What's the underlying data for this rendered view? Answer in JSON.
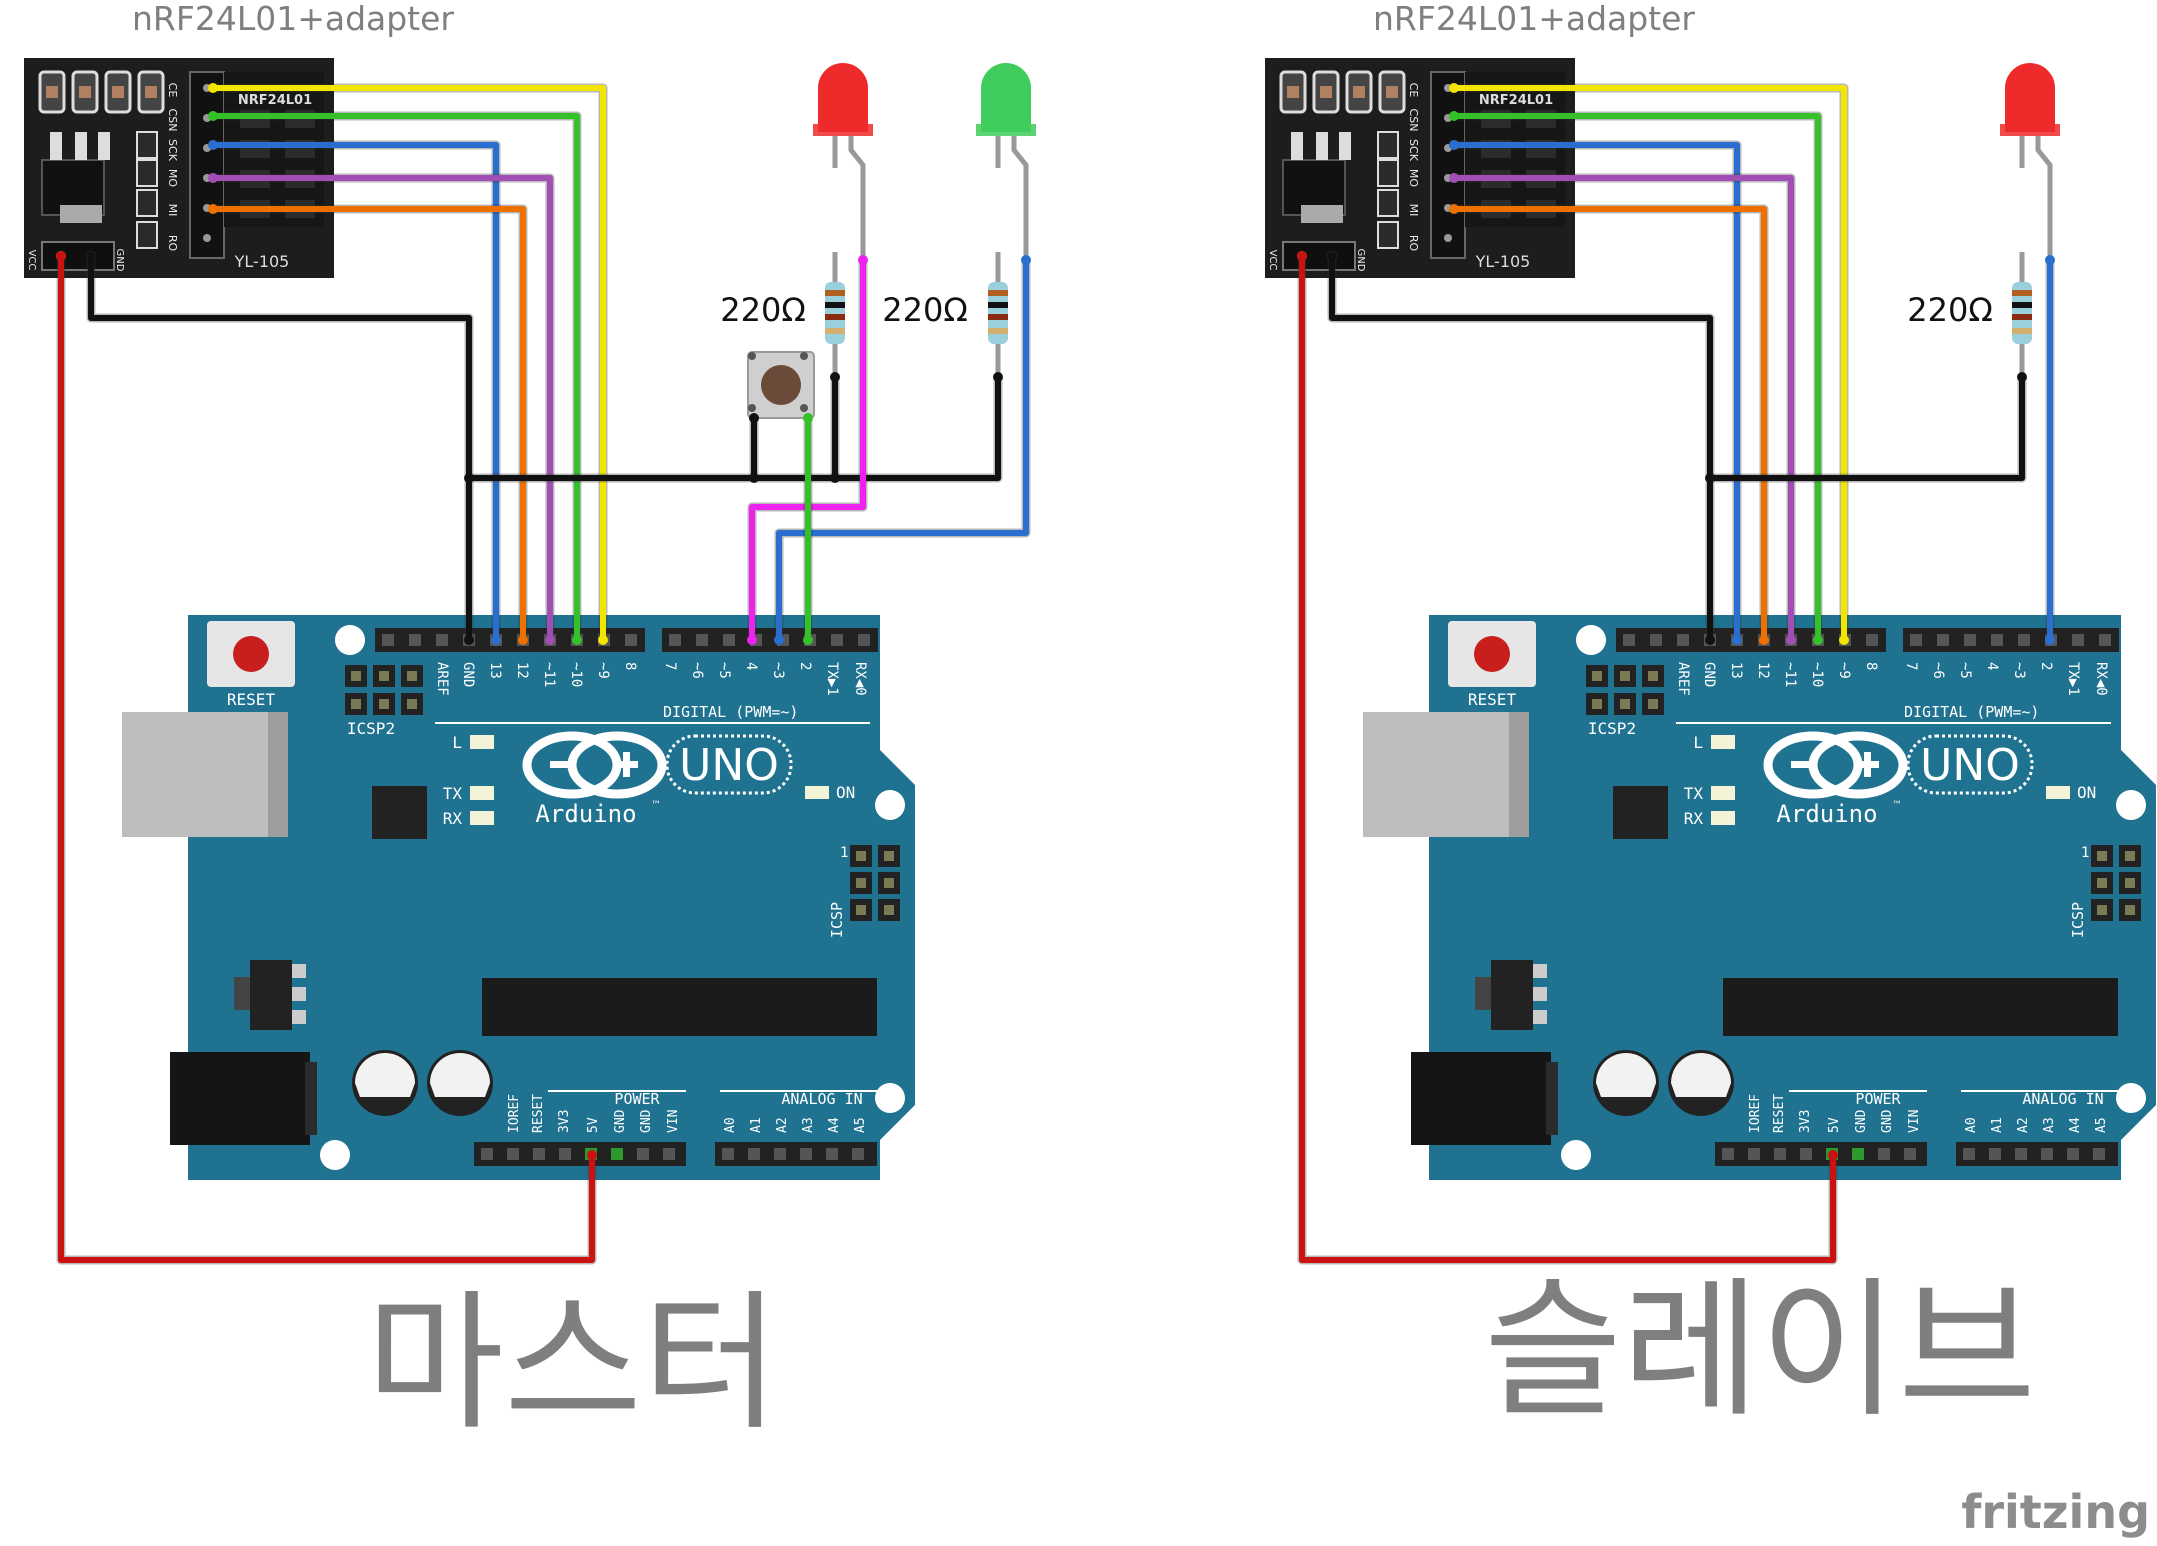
{
  "module_label": "nRF24L01+adapter",
  "module_chip_text": "NRF24L01",
  "module_model_text": "YL-105",
  "module_pins": [
    "CE",
    "CSN",
    "SCK",
    "MO",
    "MI",
    "RO"
  ],
  "module_power_pins": [
    "VCC",
    "GND"
  ],
  "resistor_label": "220Ω",
  "master_title": "마스터",
  "slave_title": "슬레이브",
  "watermark": "fritzing",
  "board": {
    "reset": "RESET",
    "icsp2": "ICSP2",
    "icsp": "ICSP",
    "icsp_pin1": "1",
    "led_l": "L",
    "led_tx": "TX",
    "led_rx": "RX",
    "on": "ON",
    "digital": "DIGITAL (PWM=~)",
    "uno": "UNO",
    "brand": "Arduino",
    "tm": "™",
    "power": "POWER",
    "analog": "ANALOG IN",
    "digital_pins": [
      "AREF",
      "GND",
      "13",
      "12",
      "~11",
      "~10",
      "~9",
      "8",
      "7",
      "~6",
      "~5",
      "4",
      "~3",
      "2",
      "TX▶1",
      "RX◀0"
    ],
    "power_pins": [
      "IOREF",
      "RESET",
      "3V3",
      "5V",
      "GND",
      "GND",
      "VIN"
    ],
    "analog_pins": [
      "A0",
      "A1",
      "A2",
      "A3",
      "A4",
      "A5"
    ]
  },
  "colors": {
    "board": "#1f7390",
    "wire_yellow": "#f2e600",
    "wire_green": "#35c12a",
    "wire_blue": "#2a6fd0",
    "wire_purple": "#a24fb5",
    "wire_orange": "#ee7000",
    "wire_red": "#cc1111",
    "wire_black": "#111111",
    "wire_magenta": "#ee22ee",
    "led_red": "#ee2a2a",
    "led_green": "#3fcc5c",
    "title_gray": "#7f7f7f"
  }
}
